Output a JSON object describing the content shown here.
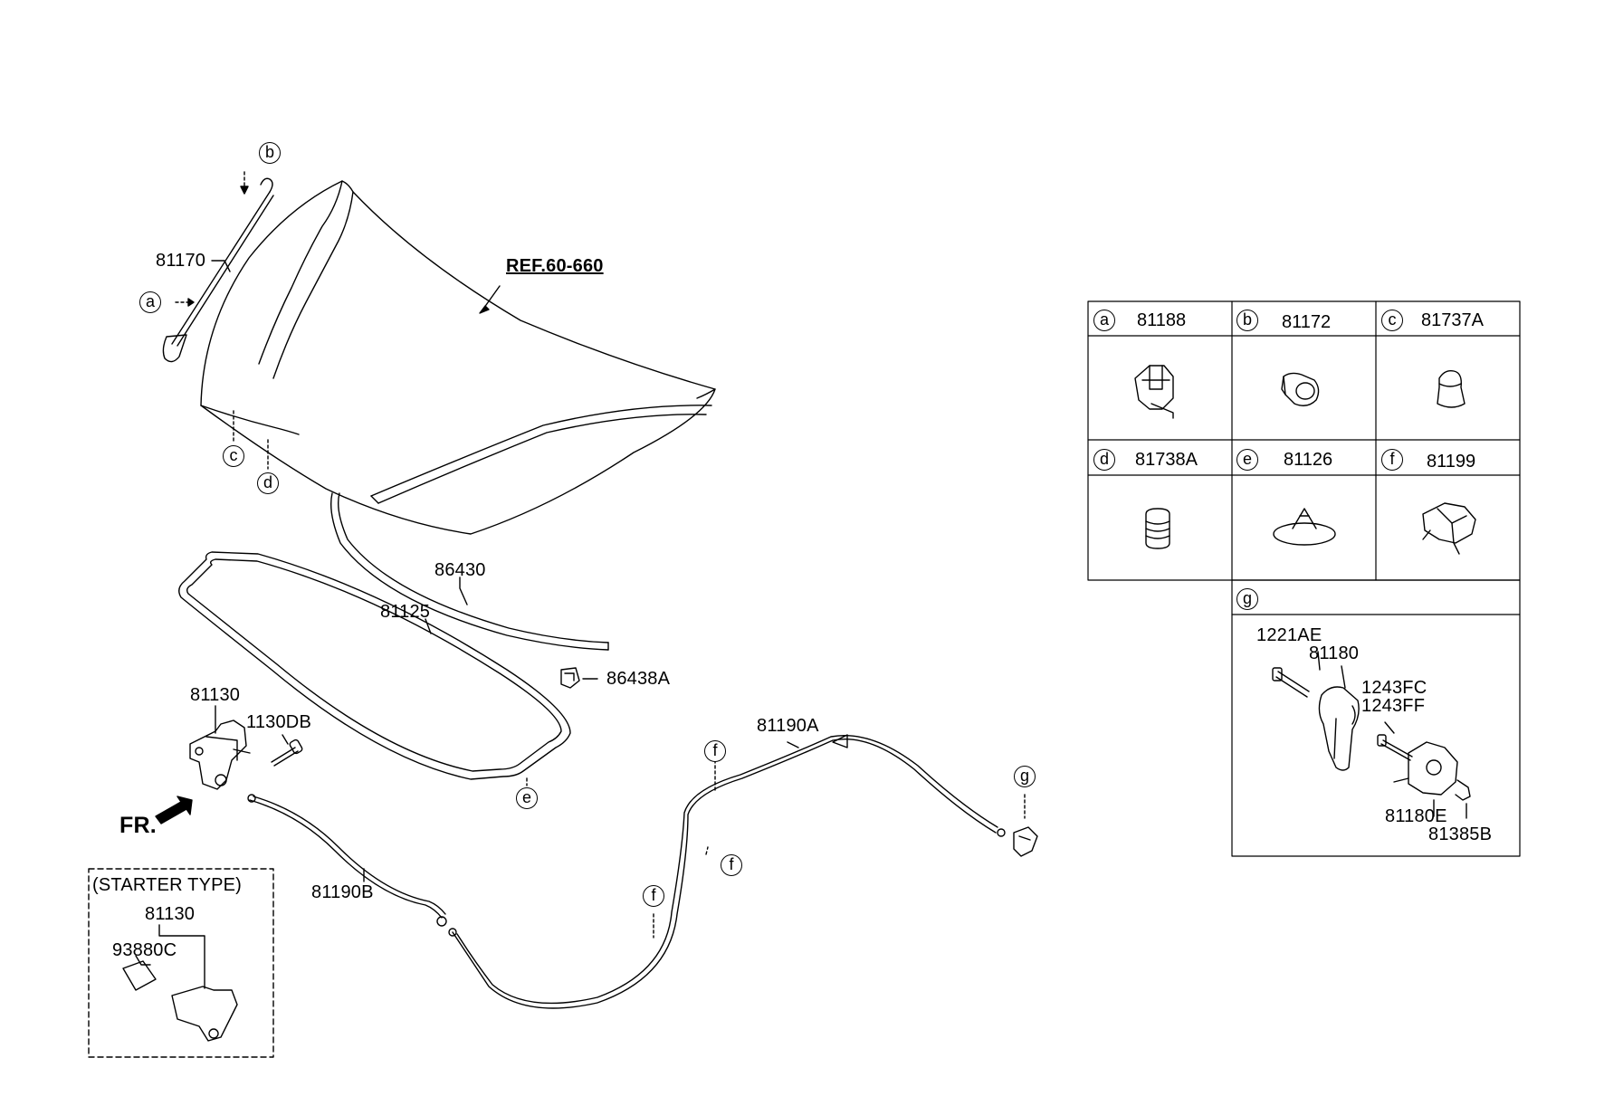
{
  "ref_label": "REF.60-660",
  "front_label": "FR.",
  "starter_box_title": "(STARTER TYPE)",
  "callouts": {
    "a": "a",
    "b": "b",
    "c": "c",
    "d": "d",
    "e": "e",
    "f": "f",
    "g": "g"
  },
  "part_labels": {
    "p81170": "81170",
    "p86430": "86430",
    "p81125": "81125",
    "p86438A": "86438A",
    "p81130": "81130",
    "p1130DB": "1130DB",
    "p81190A": "81190A",
    "p81190B": "81190B",
    "p81130_starter": "81130",
    "p93880C": "93880C"
  },
  "fastener_table": {
    "cells": [
      {
        "letter": "a",
        "code": "81188"
      },
      {
        "letter": "b",
        "code": "81172"
      },
      {
        "letter": "c",
        "code": "81737A"
      },
      {
        "letter": "d",
        "code": "81738A"
      },
      {
        "letter": "e",
        "code": "81126"
      },
      {
        "letter": "f",
        "code": "81199"
      }
    ],
    "g_letter": "g",
    "g_parts": {
      "p1221AE": "1221AE",
      "p81180": "81180",
      "p1243FC": "1243FC",
      "p1243FF": "1243FF",
      "p81180E": "81180E",
      "p81385B": "81385B"
    }
  }
}
